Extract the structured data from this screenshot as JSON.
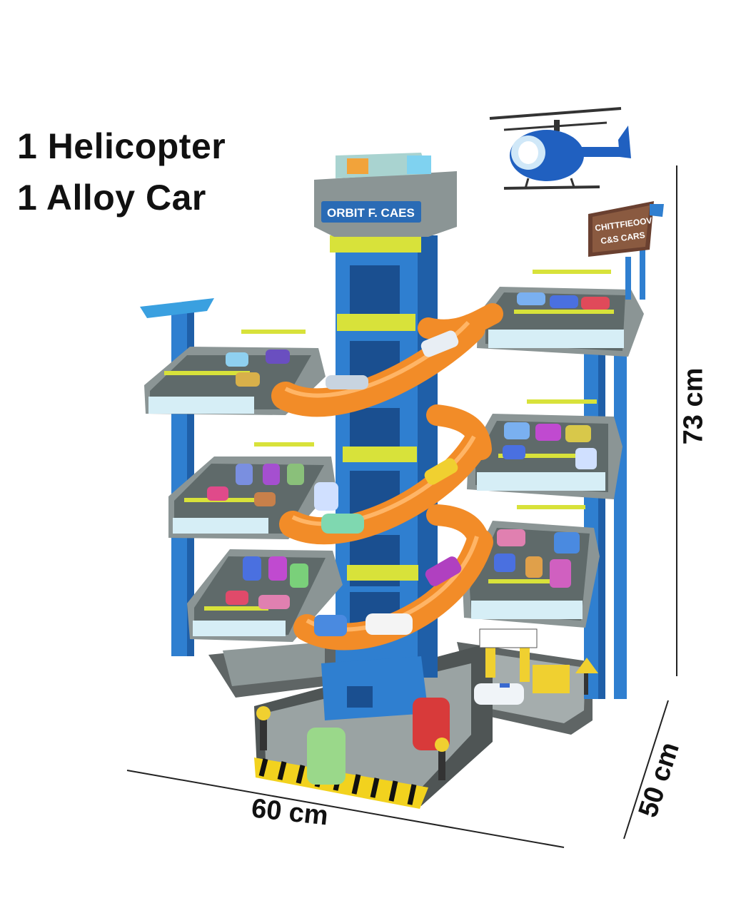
{
  "headline": {
    "line1": "1 Helicopter",
    "line2": "1 Alloy Car"
  },
  "dimensions": {
    "width": "60 cm",
    "height": "73 cm",
    "depth": "50 cm"
  },
  "signs": {
    "tower": "ORBIT F. CAES",
    "billboard_1": "CHITTFIEOOV",
    "billboard_2": "C&S CARS"
  },
  "colors": {
    "structure_blue": "#2f7fd0",
    "ramp_orange": "#f28c28",
    "deck_gray": "#8b9595",
    "rail_yellow": "#d8e23a",
    "base_gray": "#6b7272"
  }
}
